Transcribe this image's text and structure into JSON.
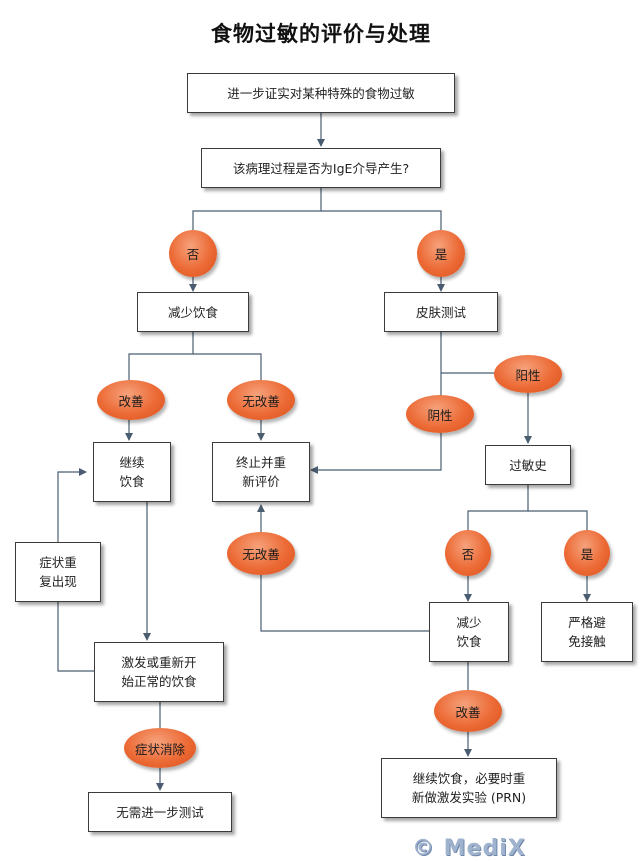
{
  "title": "食物过敏的评价与处理",
  "nodes": {
    "confirm": "进一步证实对某种特殊的食物过敏",
    "ige_question": "该病理过程是否为IgE介导产生?",
    "reduce_diet_left": "减少饮食",
    "skin_test": "皮肤测试",
    "continue_diet": "继续\n饮食",
    "stop_reevaluate": "终止并重\n新评价",
    "allergy_history": "过敏史",
    "symptoms_recur": "症状重\n复出现",
    "challenge_resume": "激发或重新开\n始正常的饮食",
    "no_further_test": "无需进一步测试",
    "reduce_diet_right": "减少\n饮食",
    "strict_avoid": "严格避\n免接触",
    "continue_prn": "继续饮食，必要时重\n新做激发实验 (PRN)"
  },
  "labels": {
    "no_1": "否",
    "yes_1": "是",
    "improved_1": "改善",
    "not_improved_1": "无改善",
    "positive": "阳性",
    "negative": "阴性",
    "not_improved_2": "无改善",
    "no_2": "否",
    "yes_2": "是",
    "symptoms_gone": "症状消除",
    "improved_2": "改善"
  },
  "watermark": "© MediX",
  "colors": {
    "line": "#4a5d70",
    "oval": "#ec6a35",
    "box_border": "#3b3b3b"
  }
}
